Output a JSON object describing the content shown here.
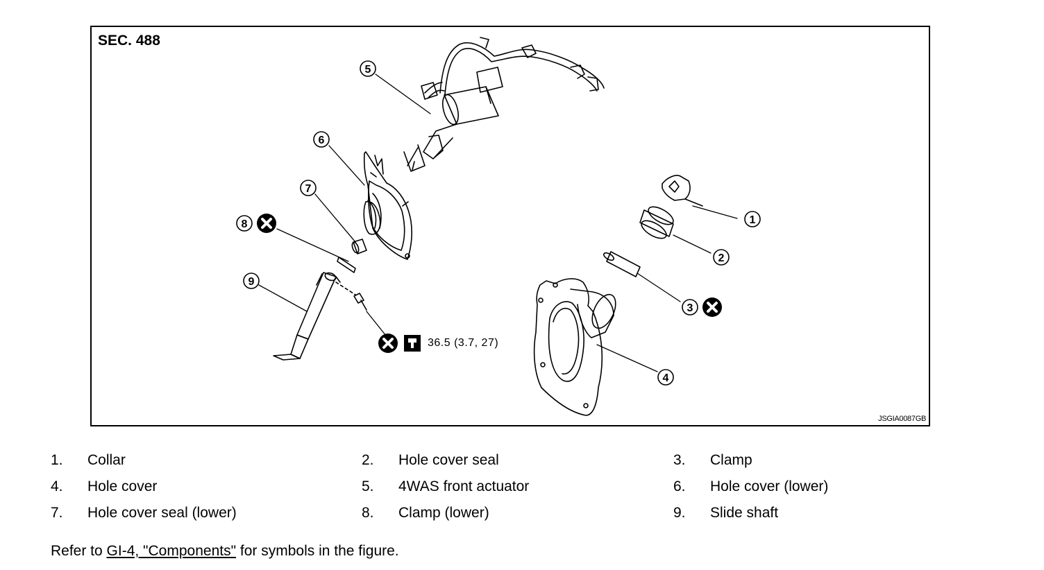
{
  "figure": {
    "section": "SEC. 488",
    "figure_id": "JSGIA0087GB",
    "callouts": [
      "1",
      "2",
      "3",
      "4",
      "5",
      "6",
      "7",
      "8",
      "9"
    ],
    "torque_spec": "36.5 (3.7, 27)",
    "icons": [
      "do-not-reuse-icon",
      "tighten-torque-icon"
    ]
  },
  "legend": [
    {
      "num": "1.",
      "name": "Collar"
    },
    {
      "num": "2.",
      "name": "Hole cover seal"
    },
    {
      "num": "3.",
      "name": "Clamp"
    },
    {
      "num": "4.",
      "name": "Hole cover"
    },
    {
      "num": "5.",
      "name": "4WAS front actuator"
    },
    {
      "num": "6.",
      "name": "Hole cover (lower)"
    },
    {
      "num": "7.",
      "name": "Hole cover seal (lower)"
    },
    {
      "num": "8.",
      "name": "Clamp (lower)"
    },
    {
      "num": "9.",
      "name": "Slide shaft"
    }
  ],
  "footer": {
    "prefix": "Refer to ",
    "link": "GI-4, \"Components\"",
    "suffix": " for symbols in the figure."
  }
}
